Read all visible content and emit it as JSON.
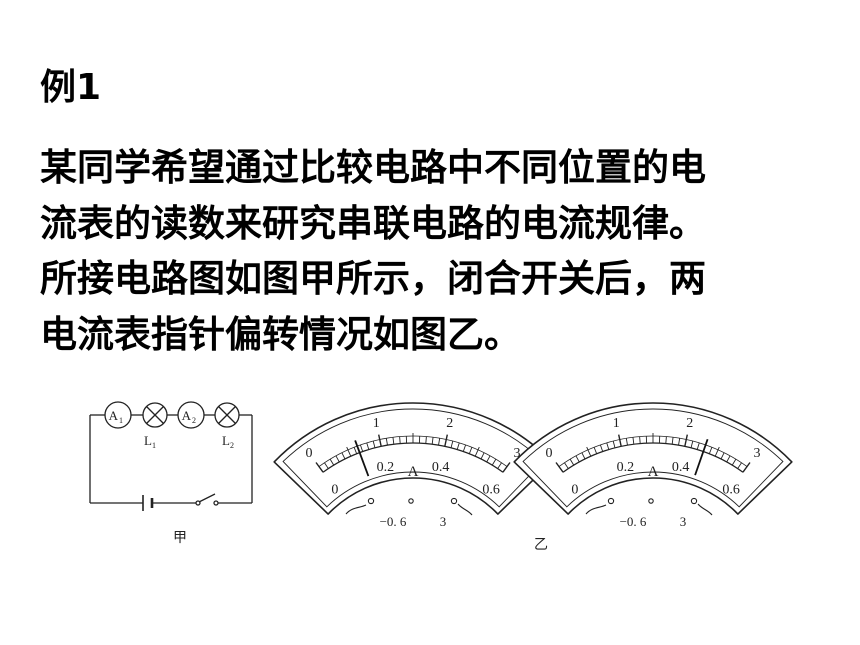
{
  "example_label": "例1",
  "problem": {
    "lines": [
      "某同学希望通过比较电路中不同位置的电",
      "流表的读数来研究串联电路的电流规律。",
      "所接电路图如图甲所示，闭合开关后，两",
      "电流表指针偏转情况如图乙。"
    ]
  },
  "circuit": {
    "meter1": "A",
    "meter1_sub": "1",
    "meter2": "A",
    "meter2_sub": "2",
    "lamp1": "L",
    "lamp1_sub": "1",
    "lamp2": "L",
    "lamp2_sub": "2",
    "caption": "甲"
  },
  "ammeters": [
    {
      "upper_scale": [
        "0",
        "1",
        "2",
        "3"
      ],
      "lower_scale": [
        "0",
        "0.2",
        "0.4",
        "0.6"
      ],
      "unit": "A",
      "terminal_low": "−0. 6",
      "terminal_high": "3",
      "needle_value_small_range": 0.13
    },
    {
      "upper_scale": [
        "0",
        "1",
        "2",
        "3"
      ],
      "lower_scale": [
        "0",
        "0.2",
        "0.4",
        "0.6"
      ],
      "unit": "A",
      "terminal_low": "−0. 6",
      "terminal_high": "3",
      "needle_value_small_range": 0.46
    }
  ],
  "meters_caption": "乙"
}
